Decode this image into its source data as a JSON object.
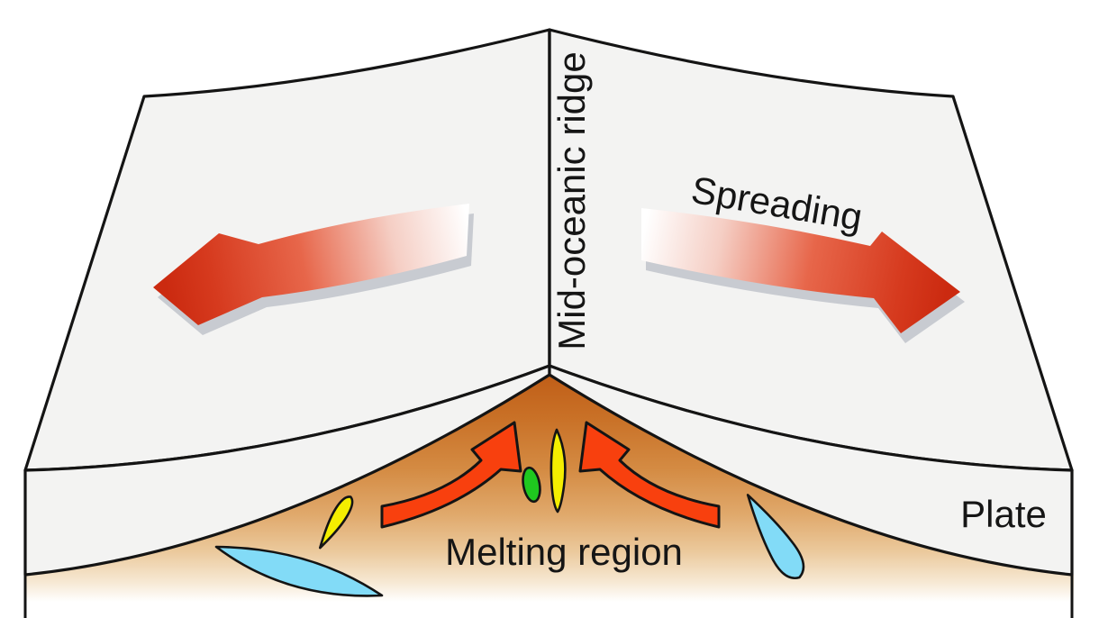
{
  "figure": {
    "type": "diagram",
    "subject": "Mid-oceanic ridge seafloor spreading",
    "labels": {
      "ridge": "Mid-oceanic ridge",
      "spreading": "Spreading",
      "melting_region": "Melting region",
      "plate": "Plate"
    },
    "colors": {
      "background": "#FFFFFF",
      "plate_fill": "#F3F3F2",
      "outline": "#141414",
      "text": "#151515",
      "spread_arrow_red": "#CB2A10",
      "spread_arrow_white": "#FFFFFF",
      "arrow_shadow": "#C3C7CD",
      "upwelling_arrow_red": "#F8400E",
      "melt_apex_orange": "#BF5D17",
      "melt_fade_white": "#FFFFFF",
      "pocket_yellow": "#F4EE00",
      "pocket_green": "#1FC81F",
      "pocket_blue": "#82DBF7"
    }
  }
}
